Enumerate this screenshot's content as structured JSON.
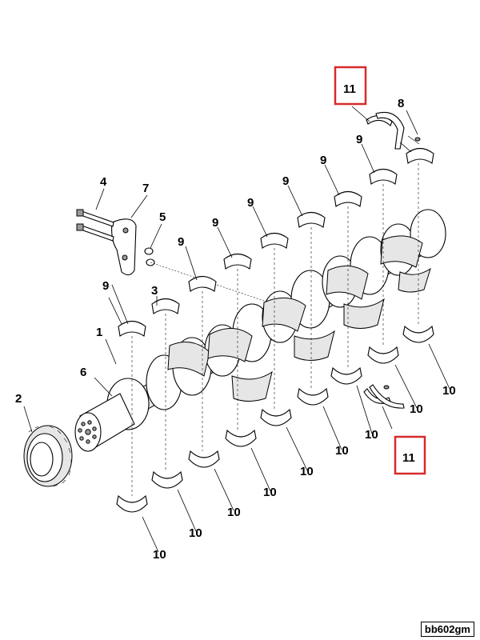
{
  "callouts": {
    "c1": "1",
    "c2": "2",
    "c3": "3",
    "c4": "4",
    "c5": "5",
    "c6": "6",
    "c7": "7",
    "c8": "8",
    "c9": "9",
    "c10": "10",
    "c11": "11"
  },
  "drawing_code": "bb602gm",
  "colors": {
    "highlight": "#d62b2b",
    "line": "#000000",
    "shade": "#e6e6e6",
    "background": "#ffffff"
  }
}
